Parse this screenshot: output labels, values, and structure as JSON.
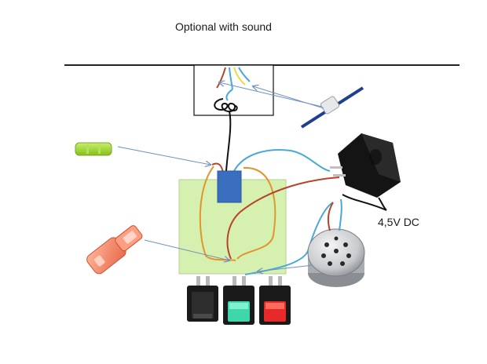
{
  "title": "Optional with sound",
  "power_label": "4,5V DC",
  "components": {
    "ceiling_line": "ceiling-line",
    "ceiling_box": "junction-box",
    "heat_shrink": "heat-shrink-tube-icon",
    "female_connector": "female-spade-connector-icon",
    "power_adapter": "power-adapter-icon",
    "sound_module": "sound-buzzer-icon",
    "switches": [
      "black-switch-icon",
      "green-switch-icon",
      "red-switch-icon"
    ],
    "splice_connector": "wire-splice-connector-icon"
  },
  "colors": {
    "board_fill": "#d6f0b0",
    "relay": "#3a6fbf",
    "wire_blue": "#4aa8d8",
    "wire_red": "#b8422a",
    "wire_orange": "#e0962e",
    "wire_black": "#111111",
    "wire_yellow": "#e8d84a",
    "arrow": "#7090c0"
  }
}
